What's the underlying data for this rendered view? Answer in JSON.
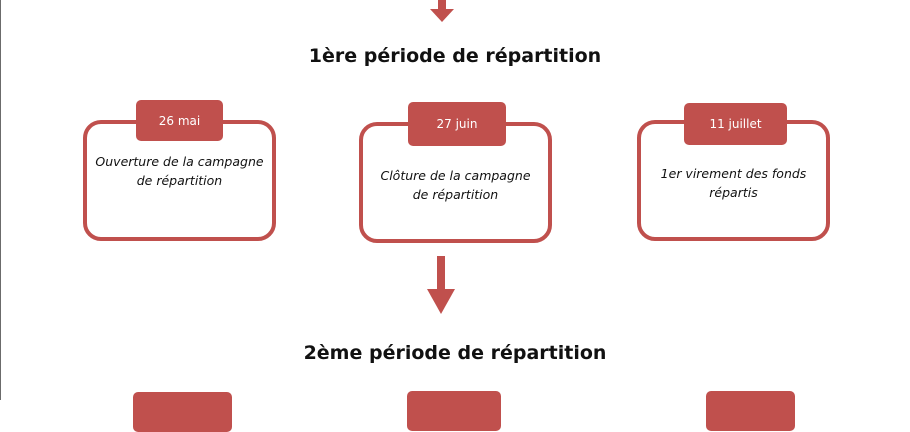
{
  "colors": {
    "accent": "#c0504d",
    "text": "#111111",
    "background": "#ffffff"
  },
  "periods": [
    {
      "title": "1ère période de répartition",
      "steps": [
        {
          "date": "26 mai",
          "label": "Ouverture de la campagne de répartition"
        },
        {
          "date": "27 juin",
          "label": "Clôture de la campagne de répartition"
        },
        {
          "date": "11 juillet",
          "label": "1er virement des fonds répartis"
        }
      ]
    },
    {
      "title": "2ème période de répartition"
    }
  ]
}
